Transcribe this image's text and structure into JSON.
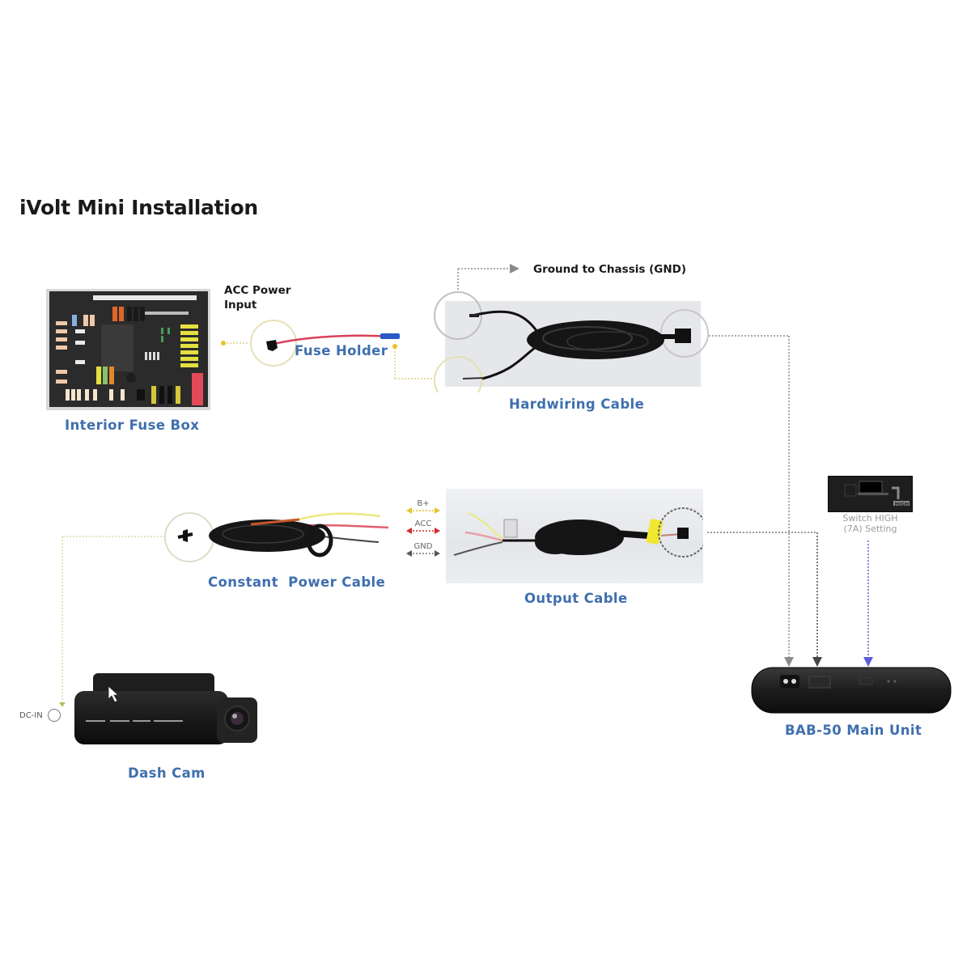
{
  "title": "iVolt Mini Installation",
  "components": {
    "fuse_box": {
      "caption": "Interior Fuse Box"
    },
    "fuse_holder": {
      "caption": "Fuse Holder",
      "note_line1": "ACC Power",
      "note_line2": "Input"
    },
    "hardwiring_cable": {
      "caption": "Hardwiring Cable",
      "ground_note": "Ground to Chassis (GND)"
    },
    "constant_power_cable": {
      "caption": "Constant  Power Cable"
    },
    "output_cable": {
      "caption": "Output Cable"
    },
    "switch_setting": {
      "caption_line1": "Switch HIGH",
      "caption_line2": "(7A) Setting",
      "switch_label": "HIGH"
    },
    "main_unit": {
      "caption": "BAB-50 Main Unit"
    },
    "dash_cam": {
      "caption": "Dash Cam",
      "port_label": "DC-IN"
    }
  },
  "wire_labels": [
    {
      "label": "B+",
      "color": "#e8c22a"
    },
    {
      "label": "ACC",
      "color": "#d42a2a"
    },
    {
      "label": "GND",
      "color": "#555555"
    }
  ],
  "colors": {
    "caption_blue": "#3f6fae",
    "acc_yellow": "#e8c22a",
    "acc_red": "#d42a2a",
    "connector_gray": "#9a9a9a",
    "switch_blue": "#5b5bd6"
  }
}
